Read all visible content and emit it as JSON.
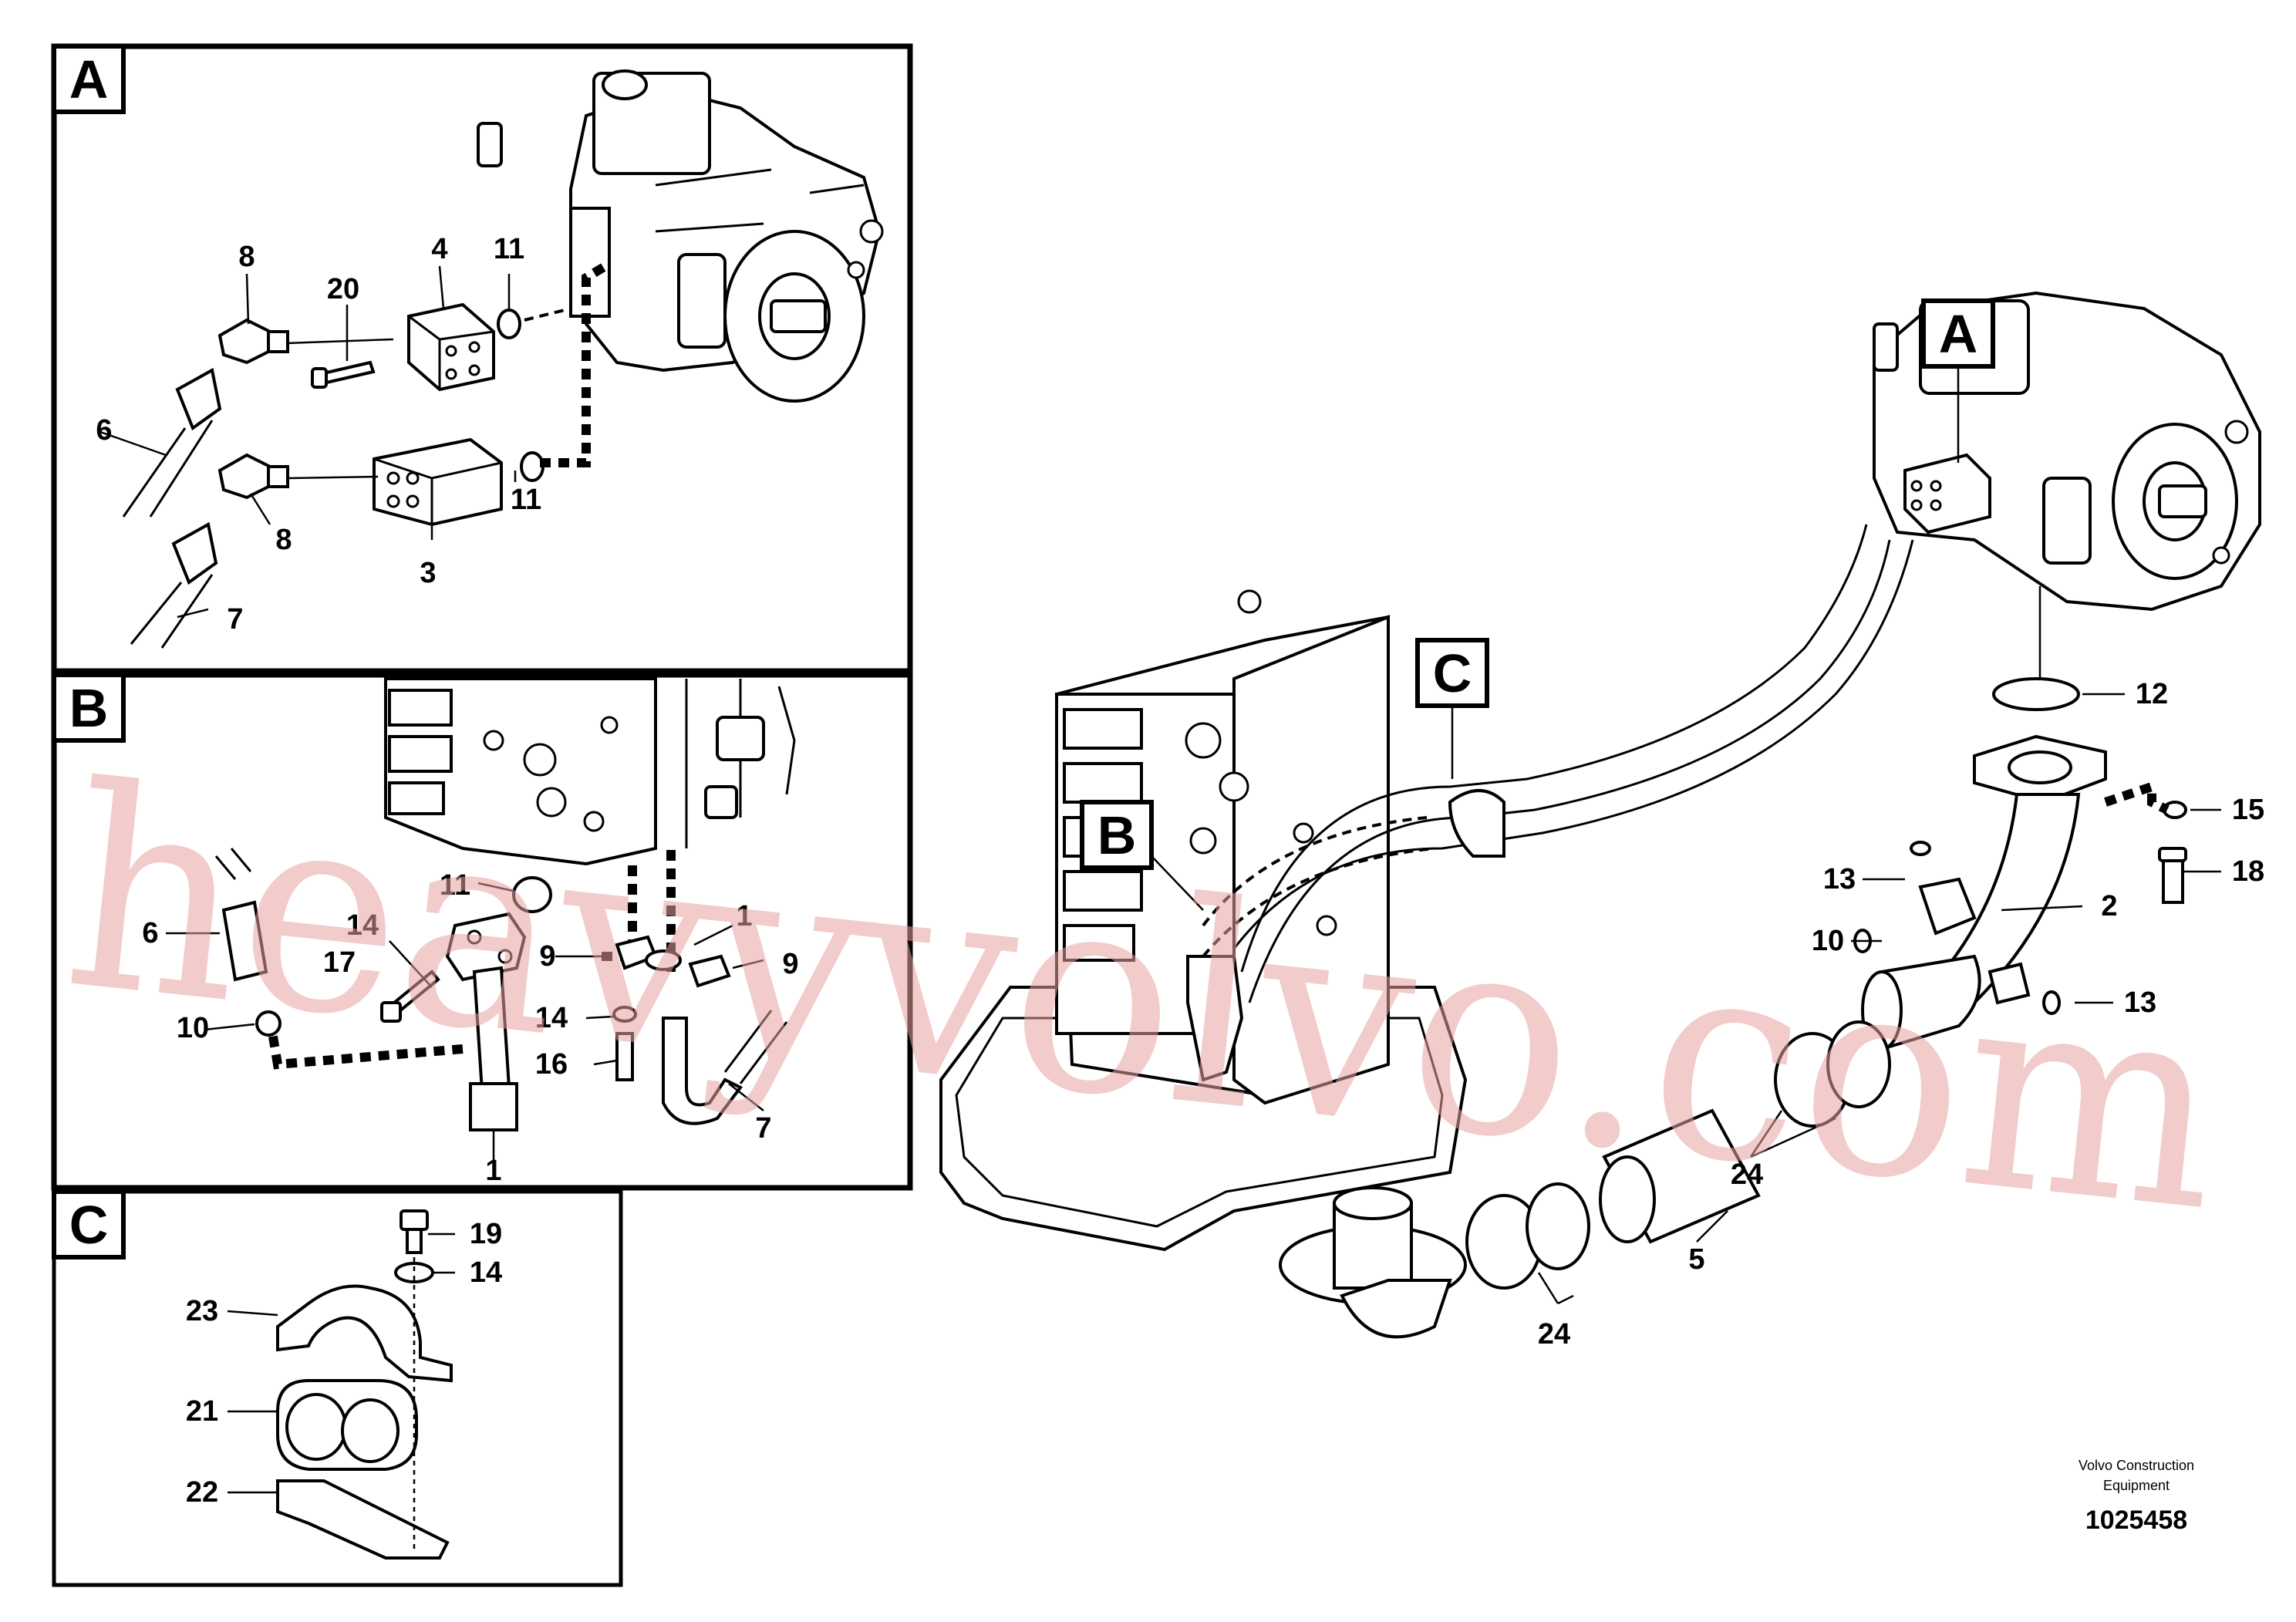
{
  "panels": {
    "A": {
      "tag": "A",
      "callouts": [
        "8",
        "20",
        "4",
        "11",
        "6",
        "11",
        "8",
        "3",
        "7"
      ]
    },
    "B": {
      "tag": "B",
      "callouts": [
        "11",
        "6",
        "14",
        "17",
        "10",
        "9",
        "1",
        "9",
        "14",
        "16",
        "7",
        "1"
      ]
    },
    "C": {
      "tag": "C",
      "callouts": [
        "19",
        "14",
        "23",
        "21",
        "22"
      ]
    }
  },
  "main": {
    "view_tags": [
      "A",
      "C",
      "B"
    ],
    "callouts": [
      "12",
      "15",
      "18",
      "13",
      "2",
      "10",
      "13",
      "24",
      "5",
      "24"
    ]
  },
  "footer": {
    "company": "Volvo Construction",
    "company_line2": "Equipment",
    "drawing_number": "1025458"
  },
  "watermark": "heavyvolvo.com"
}
